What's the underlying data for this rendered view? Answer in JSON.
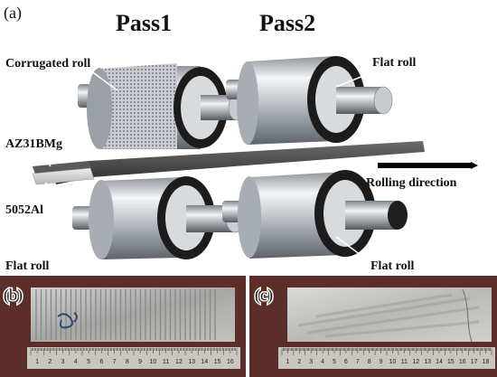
{
  "panel_a": {
    "label": "(a)",
    "pass1": "Pass1",
    "pass2": "Pass2",
    "labels": {
      "corrugated_roll": "Corrugated roll",
      "flat_roll_top_right": "Flat roll",
      "az31bmg": "AZ31BMg",
      "al5052": "5052Al",
      "rolling_direction": "Rolling direction",
      "flat_roll_bottom_left": "Flat roll",
      "flat_roll_bottom_right": "Flat roll"
    }
  },
  "panel_b": {
    "label": "(b)",
    "ruler_numbers": [
      "1",
      "2",
      "3",
      "4",
      "5",
      "6",
      "7",
      "8",
      "9",
      "10",
      "11",
      "12",
      "13",
      "14",
      "15",
      "16"
    ]
  },
  "panel_c": {
    "label": "(c)",
    "ruler_numbers": [
      "1",
      "2",
      "3",
      "4",
      "5",
      "6",
      "7",
      "8",
      "9",
      "10",
      "11",
      "12",
      "13",
      "14",
      "15",
      "16",
      "17",
      "18"
    ]
  },
  "colors": {
    "roll_light": "#e9ecef",
    "roll_dark": "#6c7278",
    "bearing": "#1b1b1b",
    "plate": "#4a4a4a",
    "arrow": "#000000",
    "ruler": "#c9c6bd"
  }
}
